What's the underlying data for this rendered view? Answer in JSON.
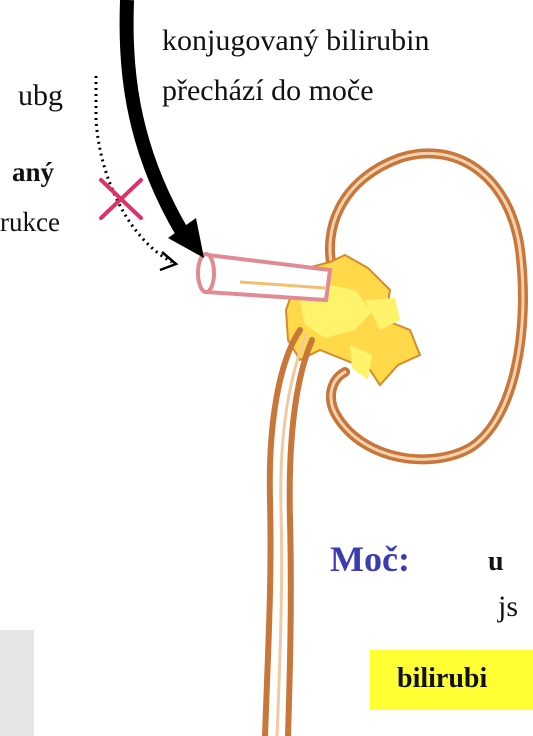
{
  "labels": {
    "konj_line1": "konjugovaný bilirubin",
    "konj_line2": "přechází do moče",
    "ubg": "ubg",
    "left_bold_fragment": "aný",
    "left_fragment": "rukce",
    "moc_label": "Moč:",
    "moc_fragment": "u",
    "js_fragment": "js",
    "bilirubin_fragment": "bilirubi"
  },
  "colors": {
    "cross": "#e0306a",
    "moc": "#3b3bb3",
    "highlight": "#ffff33",
    "kidney_outline": "#c8763a"
  }
}
